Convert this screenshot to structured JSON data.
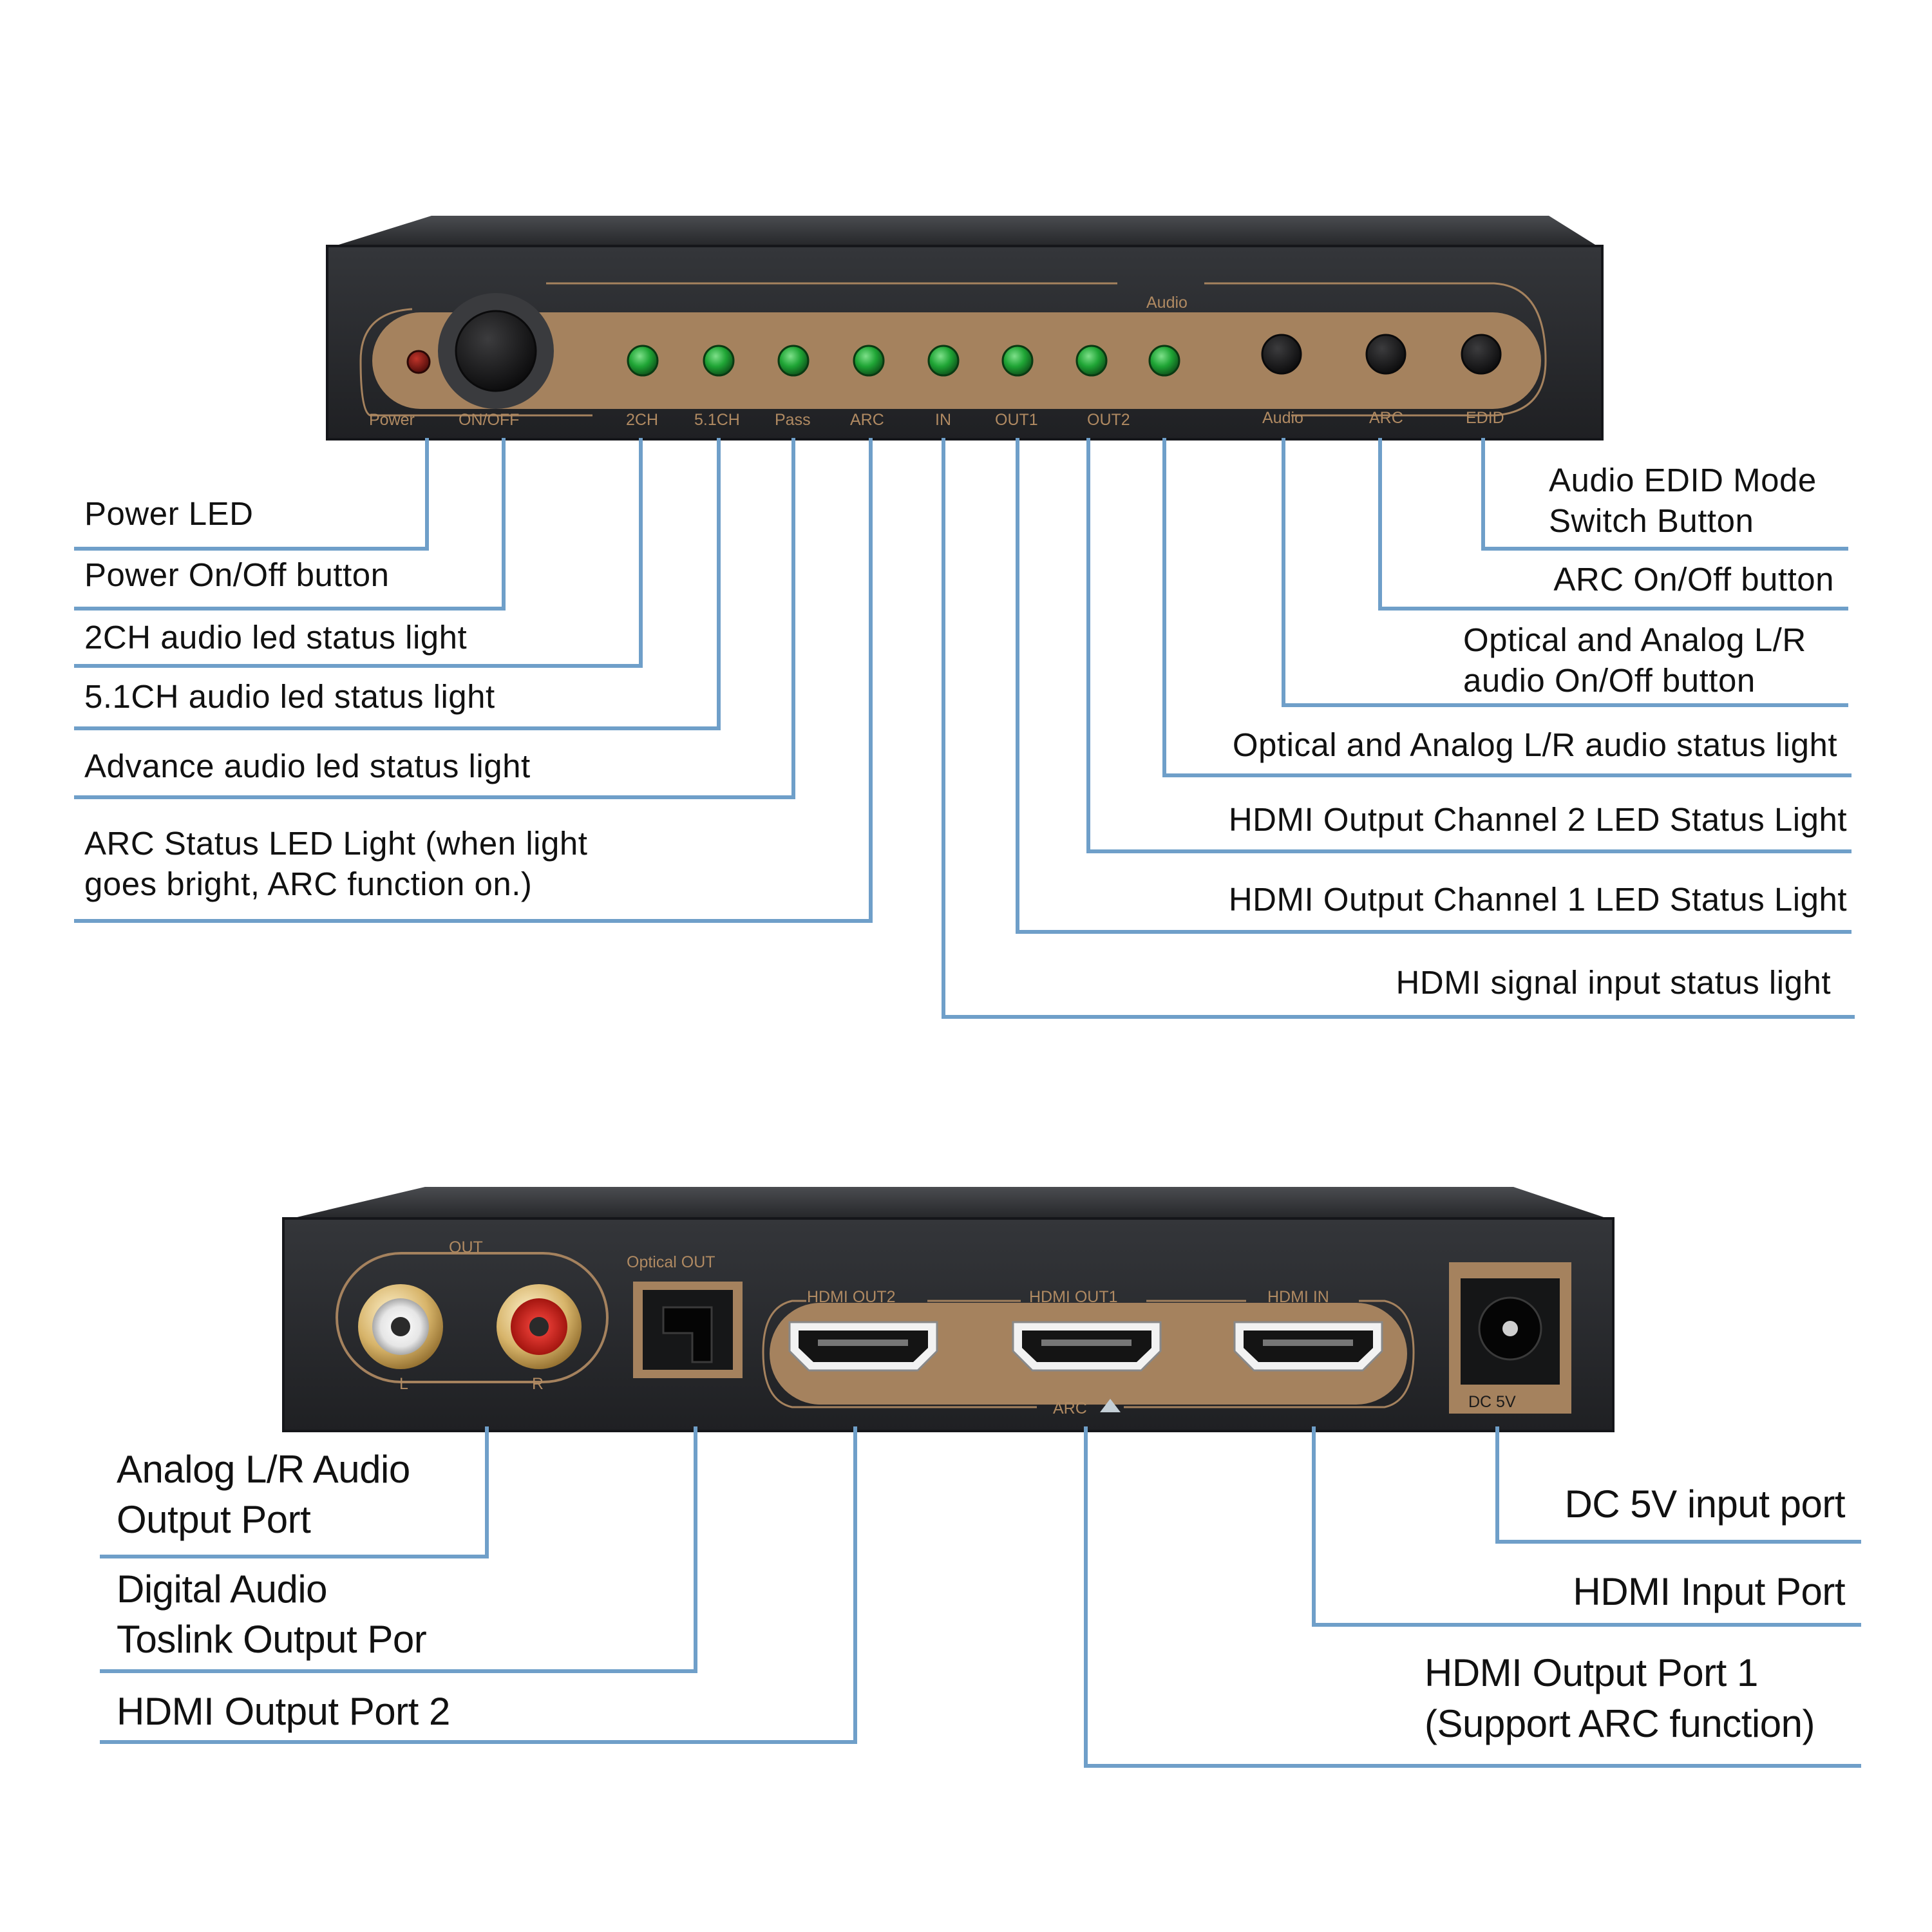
{
  "colors": {
    "leader": "#6f9fc9",
    "chassis": "#2c2e31",
    "panel_gold": "#a5825e",
    "led_green": "#1fa535",
    "led_red": "#7a1410"
  },
  "front_panel": {
    "section_label": "Audio",
    "labels": {
      "power": "Power",
      "on_off": "ON/OFF",
      "ch2": "2CH",
      "ch51": "5.1CH",
      "pass": "Pass",
      "arc": "ARC",
      "in": "IN",
      "out1": "OUT1",
      "out2": "OUT2",
      "audio_btn": "Audio",
      "arc_btn": "ARC",
      "edid_btn": "EDID"
    }
  },
  "back_panel": {
    "labels": {
      "out": "OUT",
      "left": "L",
      "right": "R",
      "optical_out": "Optical OUT",
      "hdmi_out2": "HDMI OUT2",
      "hdmi_out1": "HDMI OUT1",
      "hdmi_in": "HDMI IN",
      "arc": "ARC",
      "dc5v": "DC 5V"
    }
  },
  "callouts_front_left": [
    {
      "lines": [
        "Power LED"
      ]
    },
    {
      "lines": [
        "Power On/Off button"
      ]
    },
    {
      "lines": [
        "2CH audio led status light"
      ]
    },
    {
      "lines": [
        "5.1CH audio led status light"
      ]
    },
    {
      "lines": [
        "Advance audio led status light"
      ]
    },
    {
      "lines": [
        "ARC Status LED Light (when light",
        "goes bright, ARC function on.)"
      ]
    }
  ],
  "callouts_front_right": [
    {
      "lines": [
        "Audio EDID Mode",
        "Switch Button"
      ]
    },
    {
      "lines": [
        "ARC On/Off button"
      ]
    },
    {
      "lines": [
        "Optical and Analog L/R",
        "audio On/Off button"
      ]
    },
    {
      "lines": [
        "Optical and Analog L/R audio status light"
      ]
    },
    {
      "lines": [
        "HDMI Output Channel 2 LED Status Light"
      ]
    },
    {
      "lines": [
        "HDMI Output Channel 1 LED Status Light"
      ]
    },
    {
      "lines": [
        "HDMI signal input status light"
      ]
    }
  ],
  "callouts_back_left": [
    {
      "lines": [
        "Analog L/R Audio",
        "Output Port"
      ]
    },
    {
      "lines": [
        "Digital Audio",
        "Toslink Output Por"
      ]
    },
    {
      "lines": [
        "HDMI Output Port 2"
      ]
    }
  ],
  "callouts_back_right": [
    {
      "lines": [
        "DC 5V input port"
      ]
    },
    {
      "lines": [
        "HDMI Input Port"
      ]
    },
    {
      "lines": [
        "HDMI Output Port 1",
        "(Support ARC function)"
      ]
    }
  ]
}
